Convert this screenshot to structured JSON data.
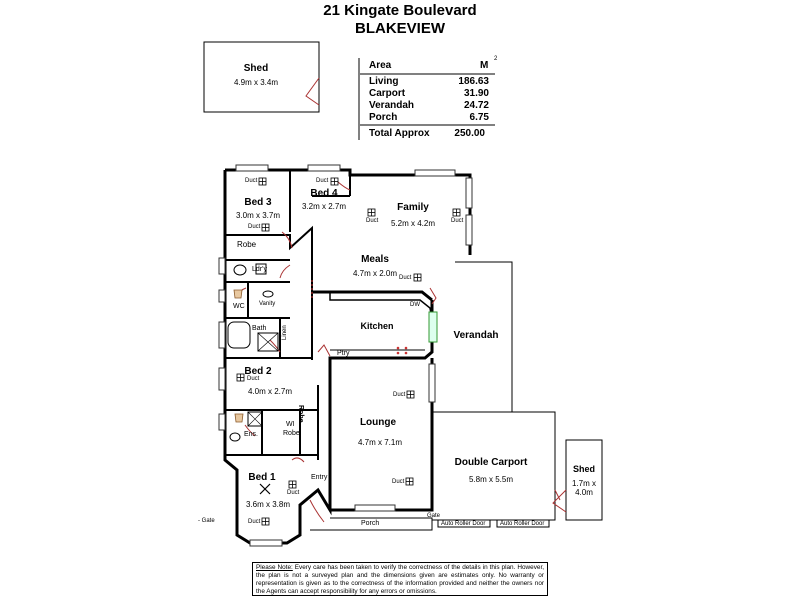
{
  "header": {
    "address": "21 Kingate Boulevard",
    "suburb": "BLAKEVIEW"
  },
  "area_table": {
    "head_label": "Area",
    "head_unit": "M",
    "head_unit_sup": "2",
    "rows": [
      {
        "label": "Living",
        "value": "186.63"
      },
      {
        "label": "Carport",
        "value": "31.90"
      },
      {
        "label": "Verandah",
        "value": "24.72"
      },
      {
        "label": "Porch",
        "value": "6.75"
      }
    ],
    "total_label": "Total Approx",
    "total_value": "250.00"
  },
  "rooms": {
    "shed_top": {
      "name": "Shed",
      "dims": "4.9m x 3.4m"
    },
    "bed3": {
      "name": "Bed 3",
      "dims": "3.0m x 3.7m"
    },
    "bed4": {
      "name": "Bed 4",
      "dims": "3.2m x 2.7m"
    },
    "family": {
      "name": "Family",
      "dims": "5.2m x 4.2m"
    },
    "meals": {
      "name": "Meals",
      "dims": "4.7m x 2.0m"
    },
    "kitchen": {
      "name": "Kitchen"
    },
    "verandah": {
      "name": "Verandah"
    },
    "bed2": {
      "name": "Bed 2",
      "dims": "4.0m x 2.7m"
    },
    "lounge": {
      "name": "Lounge",
      "dims": "4.7m x 7.1m"
    },
    "double_carport": {
      "name": "Double Carport",
      "dims": "5.8m x 5.5m"
    },
    "shed_right": {
      "name": "Shed",
      "dims_line1": "1.7m x",
      "dims_line2": "4.0m"
    },
    "bed1": {
      "name": "Bed 1",
      "dims": "3.6m x 3.8m"
    }
  },
  "labels": {
    "robe": "Robe",
    "ldry": "Ldr'y",
    "wc": "WC",
    "vanity": "Vanity",
    "bath": "Bath",
    "linen": "Linen",
    "ptry": "Ptry",
    "dw": "DW",
    "robe_vertical": "Robe",
    "ens": "Ens.",
    "wi_robe_1": "WI",
    "wi_robe_2": "Robe",
    "entry": "Entry",
    "porch": "Porch",
    "gate_left": "Gate",
    "gate_bottom": "Gate",
    "roller_door_1": "Auto Roller Door",
    "roller_door_2": "Auto Roller Door",
    "duct": "Duct"
  },
  "disclaimer": {
    "heading": "Please Note:",
    "body": "Every care has been taken to verify the correctness of the details in this plan. However, the plan is not a surveyed plan and the dimensions given are estimates only. No warranty or representation is given as to the correctness of the information provided and neither the owners nor the Agents can accept responsibility for any errors or omissions."
  }
}
